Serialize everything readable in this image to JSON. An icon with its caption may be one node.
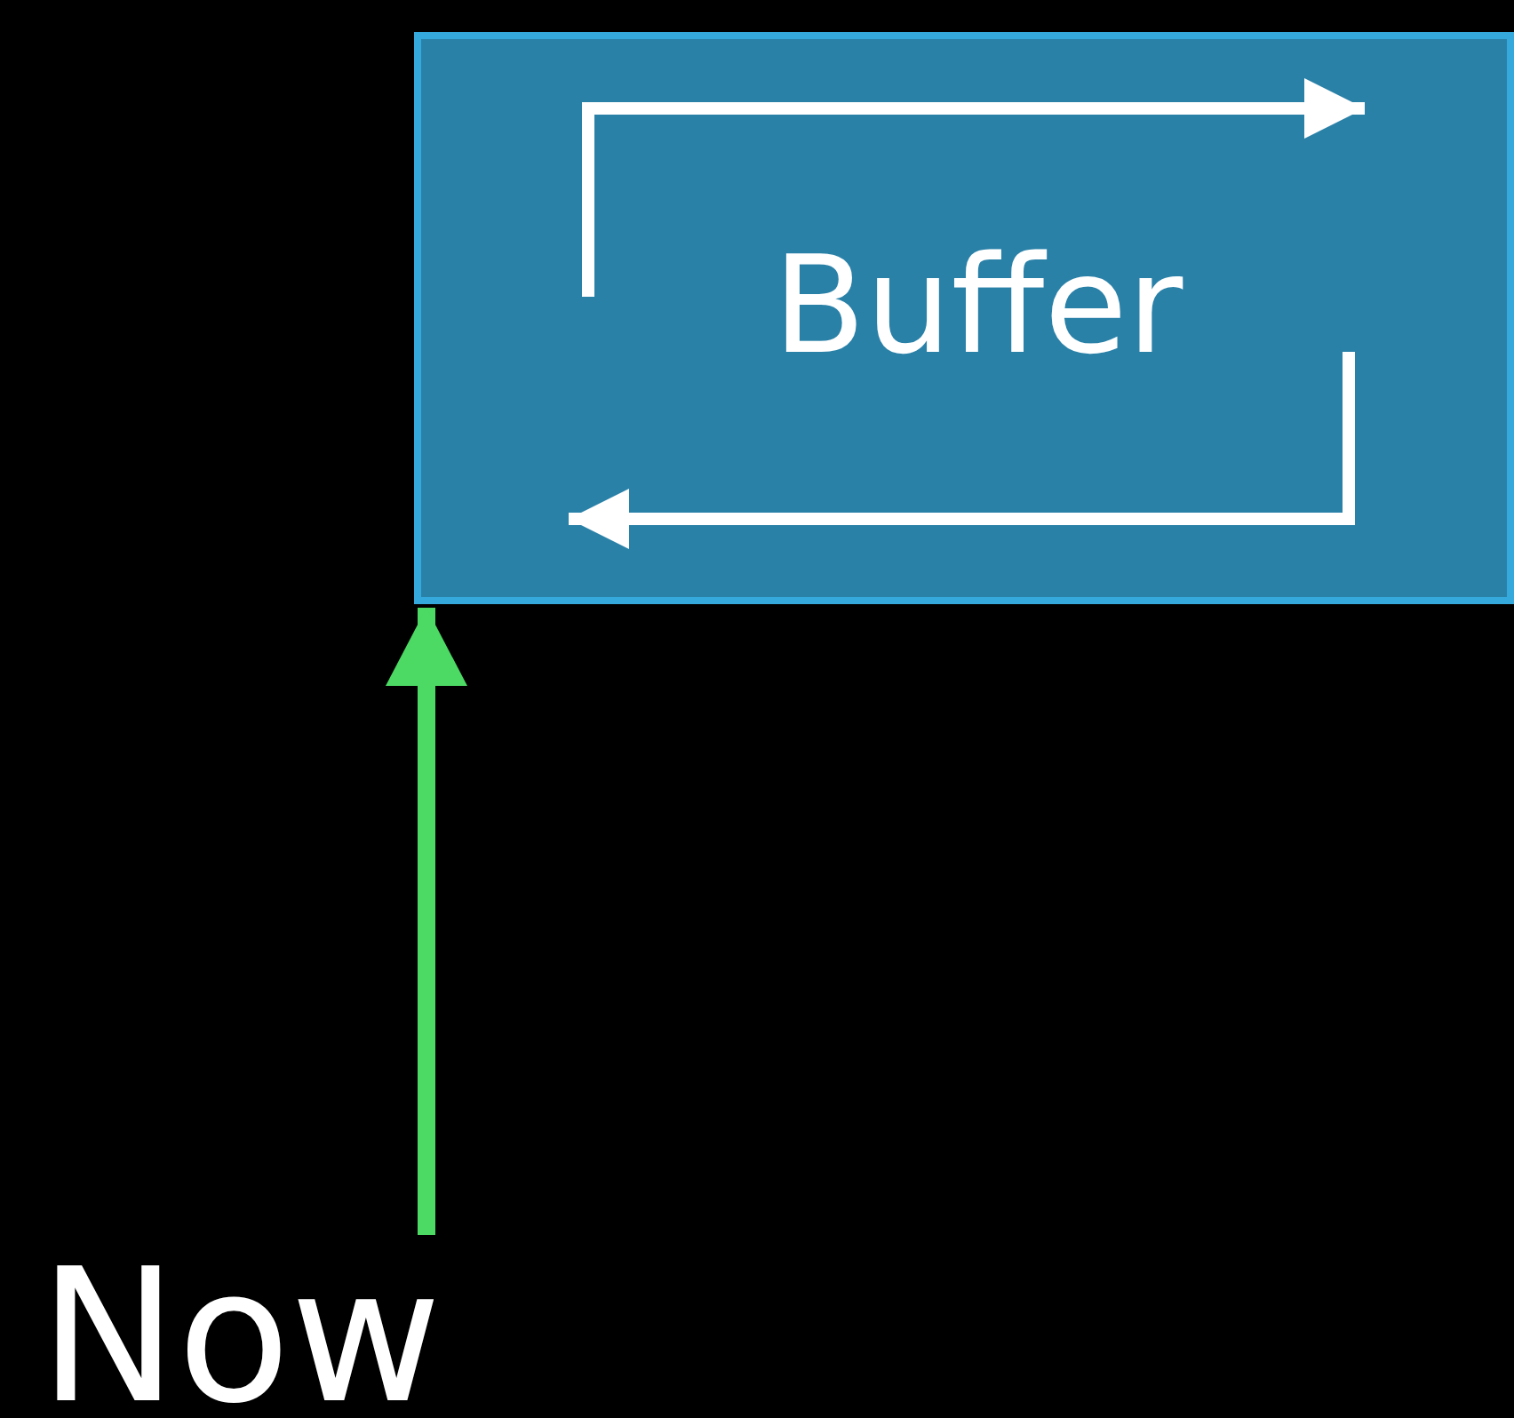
{
  "diagram": {
    "nodes": [
      {
        "text": [
          "Buffer"
        ]
      },
      {
        "text": [
          "Now"
        ]
      }
    ],
    "edges": [
      {
        "from": 1,
        "to": 0,
        "arrow": "to",
        "color": "#4cd964"
      }
    ]
  }
}
